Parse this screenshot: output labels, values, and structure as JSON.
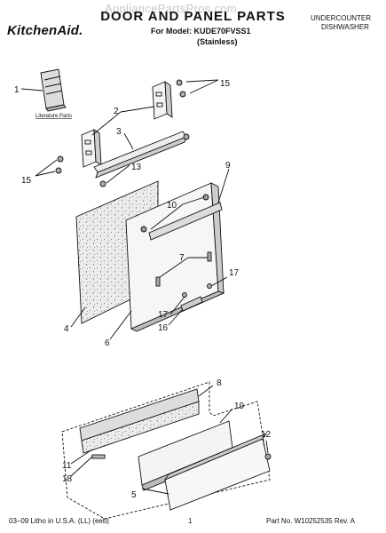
{
  "header": {
    "watermark": "AppliancePartsPros.com",
    "brand": "KitchenAid.",
    "title": "DOOR AND PANEL PARTS",
    "model_line": "For Model: KUDE70FVSS1",
    "variant": "(Stainless)",
    "type_line1": "UNDERCOUNTER",
    "type_line2": "DISHWASHER"
  },
  "diagram": {
    "literature_label": "Literature Parts",
    "callouts": {
      "c1": "1",
      "c2": "2",
      "c3": "3",
      "c4": "4",
      "c5": "5",
      "c6": "6",
      "c7": "7",
      "c8": "8",
      "c9": "9",
      "c10": "10",
      "c11": "11",
      "c12": "12",
      "c13": "13",
      "c15a": "15",
      "c15b": "15",
      "c16": "16",
      "c17a": "17",
      "c17b": "17",
      "c18": "18",
      "c19": "19"
    }
  },
  "footer": {
    "left": "03–09 Litho in U.S.A. (LL) (eeb)",
    "center": "1",
    "right": "Part No. W10252535 Rev. A"
  },
  "colors": {
    "ink": "#111111",
    "speckle_fill": "#e6e6e6",
    "panel_fill": "#f4f4f4"
  }
}
